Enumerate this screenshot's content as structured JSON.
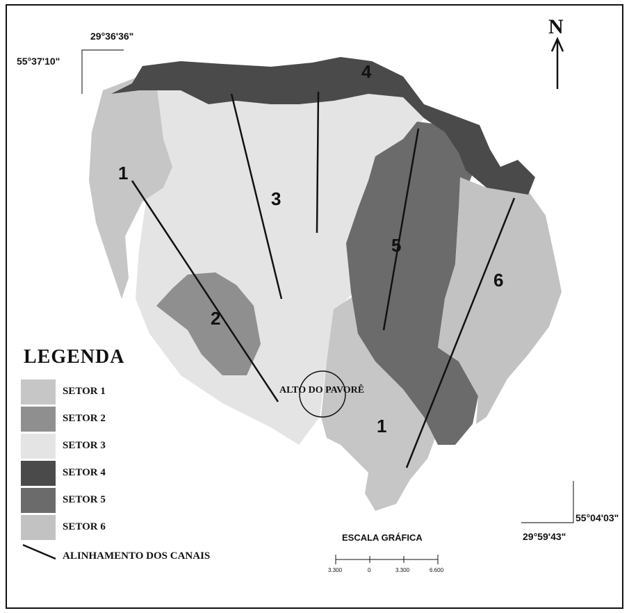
{
  "coordinates": {
    "top_left_lat": "29°36'36\"",
    "top_left_lon": "55°37'10\"",
    "bottom_right_lon": "55°04'03\"",
    "bottom_right_lat": "29°59'43\""
  },
  "north_arrow": {
    "letter": "N",
    "icon": "north-arrow-icon"
  },
  "sector_labels": [
    "1",
    "2",
    "3",
    "4",
    "5",
    "6",
    "1"
  ],
  "place_name": "ALTO DO PAVORÊ",
  "legend": {
    "title": "LEGENDA",
    "items": [
      {
        "label": "SETOR 1",
        "color": "#c6c6c6"
      },
      {
        "label": "SETOR 2",
        "color": "#8f8f8f"
      },
      {
        "label": "SETOR 3",
        "color": "#e4e4e4"
      },
      {
        "label": "SETOR 4",
        "color": "#4a4a4a"
      },
      {
        "label": "SETOR 5",
        "color": "#6b6b6b"
      },
      {
        "label": "SETOR 6",
        "color": "#c2c2c2"
      }
    ],
    "line_label": "ALINHAMENTO DOS CANAIS"
  },
  "scale_bar": {
    "title": "ESCALA GRÁFICA",
    "ticks": [
      "3.300",
      "0",
      "3.300",
      "6.600"
    ]
  }
}
